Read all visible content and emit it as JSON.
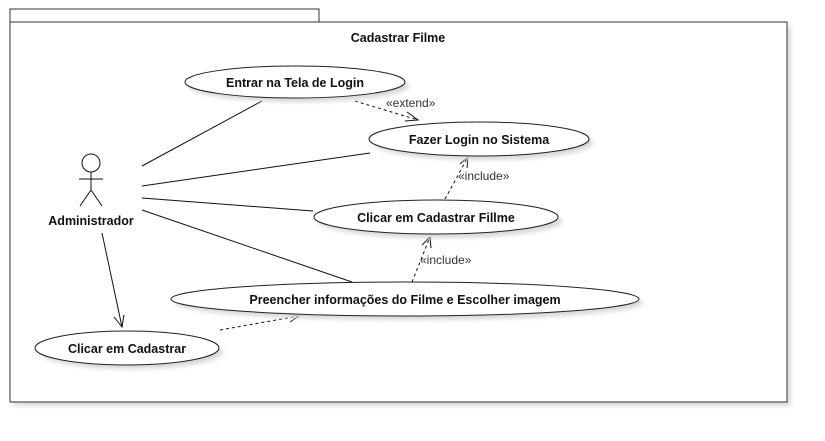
{
  "diagram": {
    "package_title": "Cadastrar Filme",
    "actor": {
      "name": "Administrador"
    },
    "use_cases": {
      "entrar_login": "Entrar na Tela de Login",
      "fazer_login": "Fazer Login no Sistema",
      "clicar_cadastrar_filme": "Clicar em Cadastrar Fillme",
      "preencher_info": "Preencher informações do Filme e Escolher imagem",
      "clicar_cadastrar": "Clicar em Cadastrar"
    },
    "relations": {
      "extend_label": "«extend»",
      "include_label_1": "«include»",
      "include_label_2": "«include»"
    }
  }
}
